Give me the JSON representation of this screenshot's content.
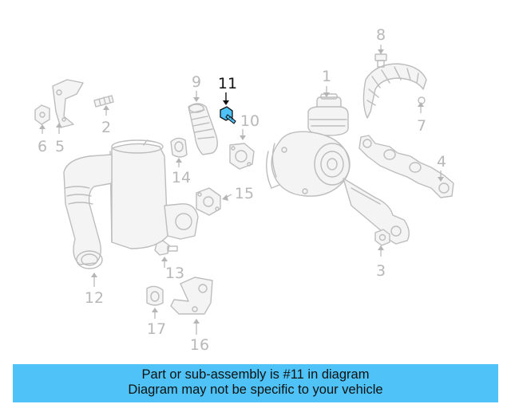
{
  "diagram": {
    "callouts": {
      "c1": "1",
      "c2": "2",
      "c3": "3",
      "c4": "4",
      "c5": "5",
      "c6": "6",
      "c7": "7",
      "c8": "8",
      "c9": "9",
      "c10": "10",
      "c11": "11",
      "c12": "12",
      "c13": "13",
      "c14": "14",
      "c15": "15",
      "c16": "16",
      "c17": "17"
    },
    "highlighted_part": "11",
    "highlight_color": "#4fc3f7"
  },
  "banner": {
    "line1": "Part or sub-assembly is #11 in diagram",
    "line2": "Diagram may not be specific to your vehicle",
    "background": "#4fc3f7"
  }
}
